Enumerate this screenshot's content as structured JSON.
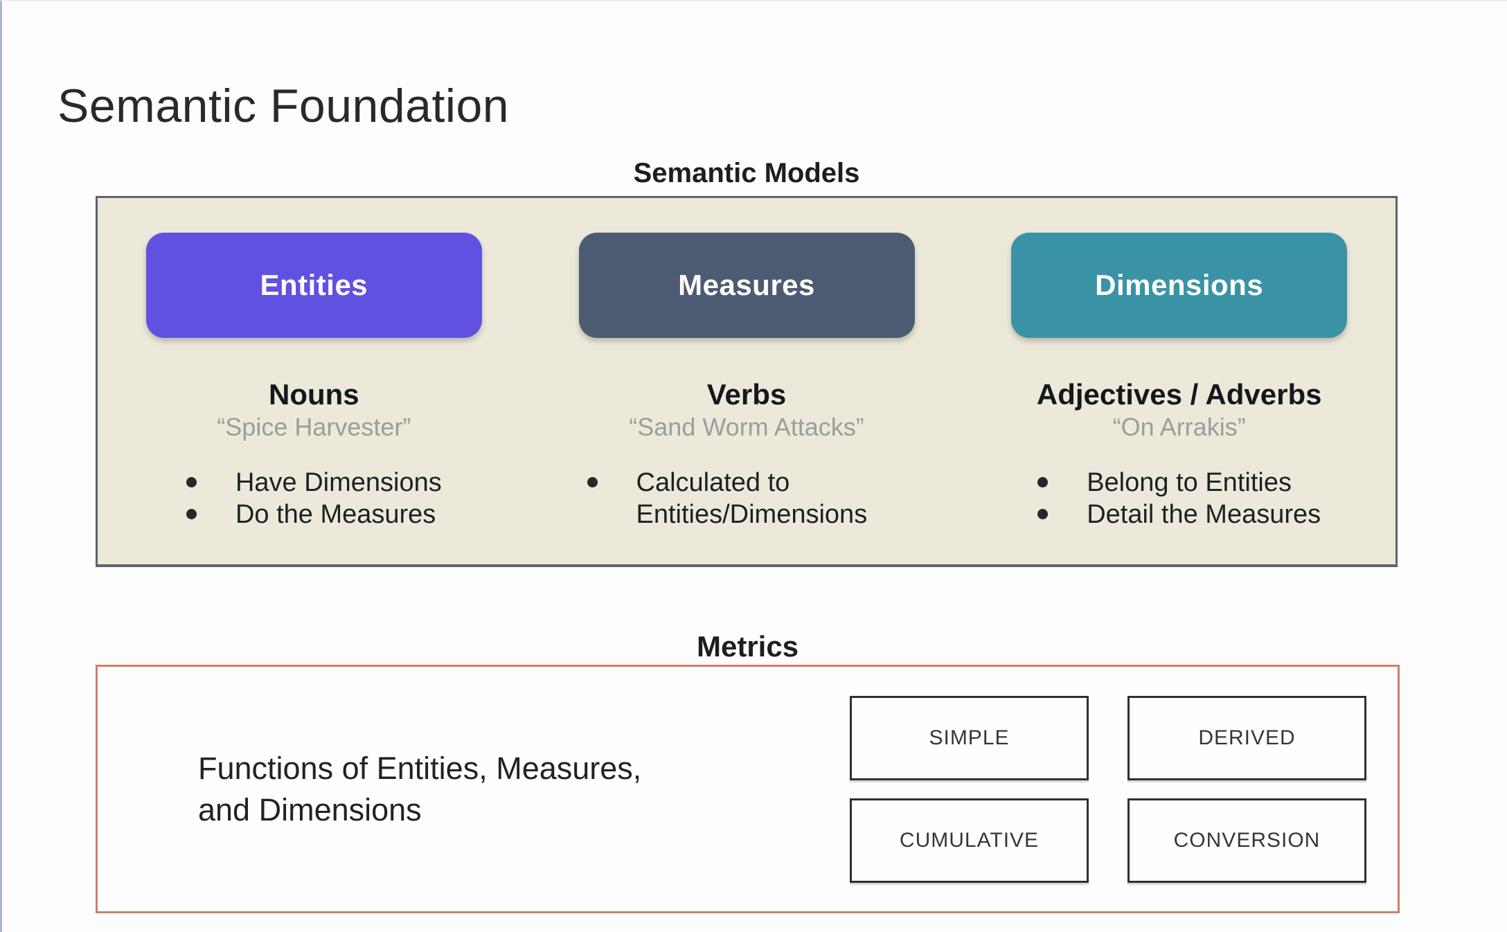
{
  "slide": {
    "title": "Semantic Foundation"
  },
  "semantic_models": {
    "heading": "Semantic Models",
    "columns": [
      {
        "button": "Entities",
        "role": "Nouns",
        "example": "“Spice Harvester”",
        "bullets": [
          "Have Dimensions",
          "Do the Measures"
        ]
      },
      {
        "button": "Measures",
        "role": "Verbs",
        "example": "“Sand Worm Attacks”",
        "bullets": [
          "Calculated to Entities/Dimensions"
        ]
      },
      {
        "button": "Dimensions",
        "role": "Adjectives / Adverbs",
        "example": "“On Arrakis”",
        "bullets": [
          "Belong to Entities",
          "Detail the Measures"
        ]
      }
    ]
  },
  "metrics": {
    "heading": "Metrics",
    "description": "Functions of Entities, Measures,\nand Dimensions",
    "types": [
      "SIMPLE",
      "DERIVED",
      "CUMULATIVE",
      "CONVERSION"
    ]
  },
  "colors": {
    "entities_button": "#6151e1",
    "measures_button": "#4d5b72",
    "dimensions_button": "#3a93a5",
    "models_panel_background": "#ece9da",
    "models_panel_border": "#5c636d",
    "metrics_panel_border": "#cd8168",
    "example_text": "#9b9e99"
  }
}
